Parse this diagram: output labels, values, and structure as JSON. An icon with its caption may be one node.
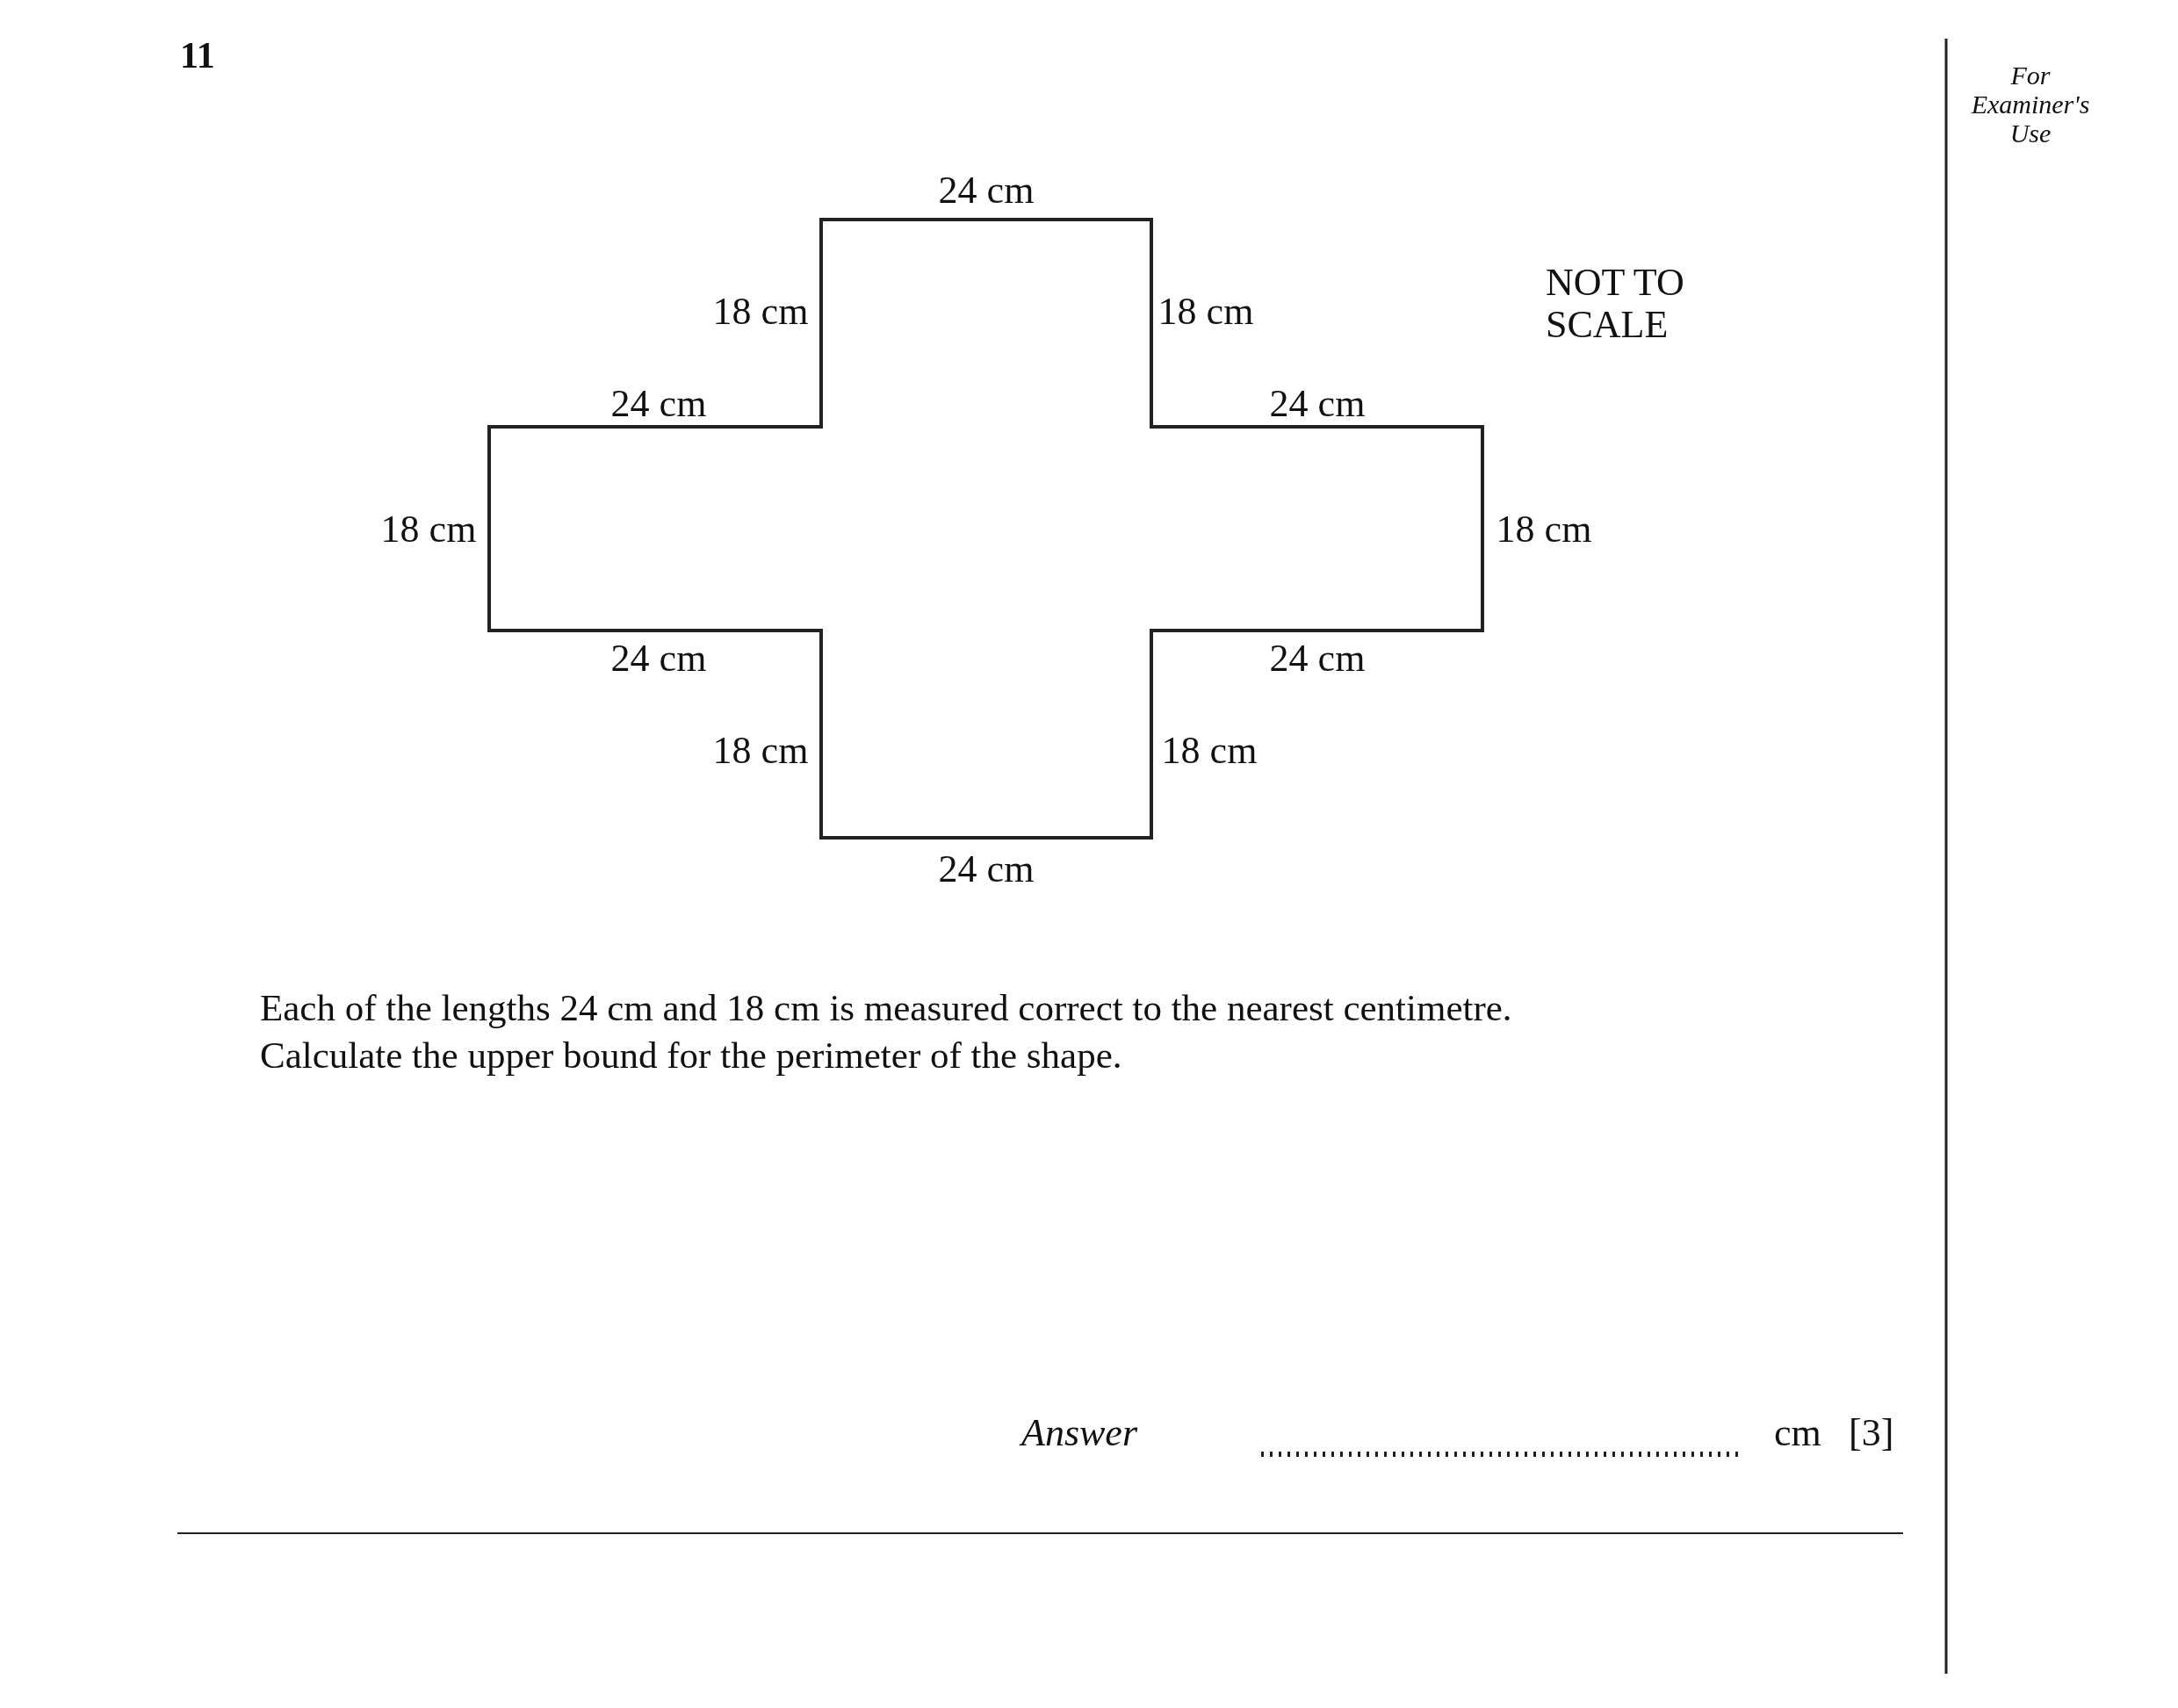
{
  "diagram": {
    "labels": [
      "11",
      "For Examiner's Use",
      "24 cm",
      "18 cm",
      "18 cm",
      "NOT TO SCALE",
      "24 cm",
      "24 cm",
      "18 cm",
      "18 cm",
      "24 cm",
      "24 cm",
      "18 cm",
      "18 cm",
      "24 cm",
      "Each of the lengths 24 cm and 18 cm is measured correct to the nearest centimetre.",
      "Calculate the upper bound for the perimeter of the shape.",
      "Answer",
      "cm",
      "[3]"
    ]
  }
}
